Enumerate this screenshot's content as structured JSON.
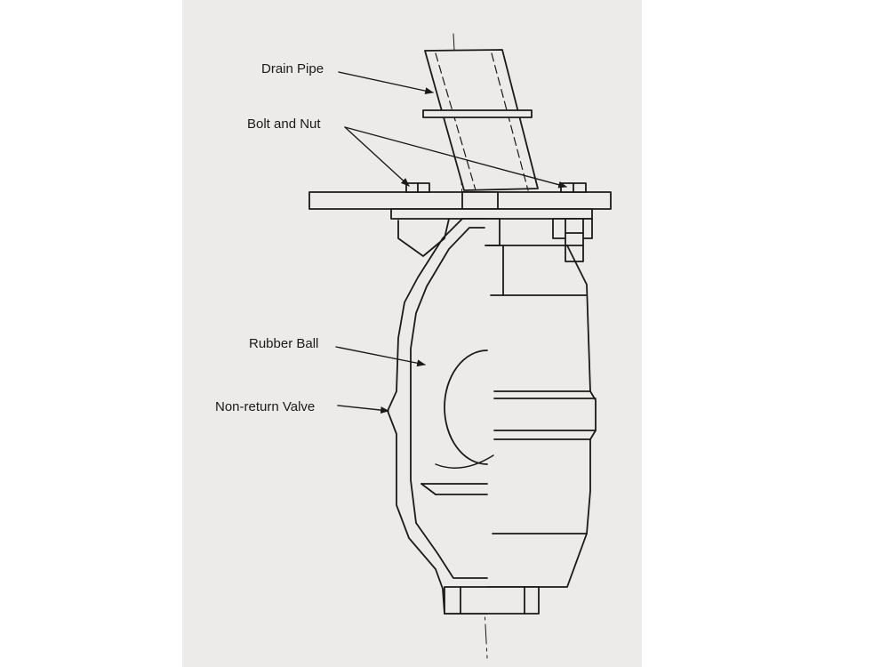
{
  "labels": {
    "drain_pipe": "Drain Pipe",
    "bolt_and_nut": "Bolt and Nut",
    "rubber_ball": "Rubber Ball",
    "non_return_valve": "Non-return Valve"
  },
  "colors": {
    "page_background": "#ffffff",
    "paper": "#ecebe9",
    "ink": "#1a1a1a"
  }
}
